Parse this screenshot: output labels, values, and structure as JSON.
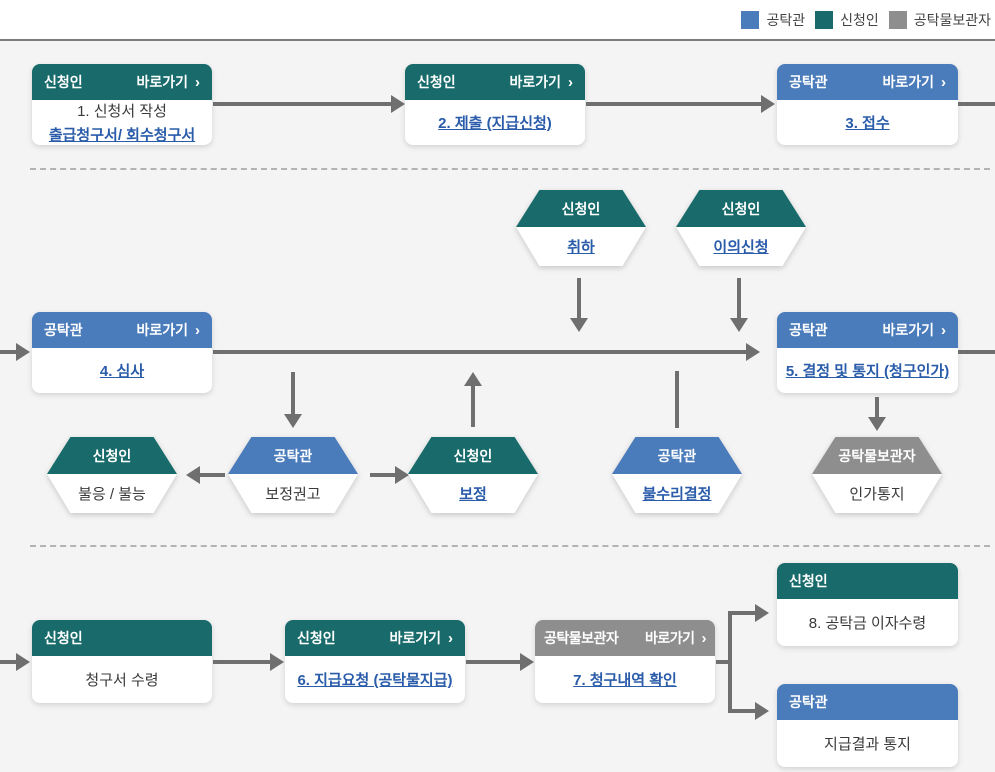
{
  "legend": {
    "items": [
      {
        "label": "공탁관",
        "color": "#4a7bba"
      },
      {
        "label": "신청인",
        "color": "#186a6b"
      },
      {
        "label": "공탁물보관자",
        "color": "#8e8e8e"
      }
    ]
  },
  "chevron": "›",
  "boxes": {
    "step1": {
      "role": "신청인",
      "shortcut": "바로가기",
      "line1": "1. 신청서 작성",
      "link": "출급청구서/ 회수청구서"
    },
    "step2": {
      "role": "신청인",
      "shortcut": "바로가기",
      "link": "2. 제출 (지급신청)"
    },
    "step3": {
      "role": "공탁관",
      "shortcut": "바로가기",
      "link": "3. 접수"
    },
    "step4": {
      "role": "공탁관",
      "shortcut": "바로가기",
      "link": "4. 심사"
    },
    "step5": {
      "role": "공탁관",
      "shortcut": "바로가기",
      "link": "5. 결정 및 통지 (청구인가)"
    },
    "receive": {
      "role": "신청인",
      "text": "청구서 수령"
    },
    "step6": {
      "role": "신청인",
      "shortcut": "바로가기",
      "link": "6. 지급요청 (공탁물지급)"
    },
    "step7": {
      "role": "공탁물보관자",
      "shortcut": "바로가기",
      "link": "7. 청구내역 확인"
    },
    "step8": {
      "role": "신청인",
      "text": "8. 공탁금 이자수령"
    },
    "notify": {
      "role": "공탁관",
      "text": "지급결과 통지"
    }
  },
  "hexagons": {
    "withdraw": {
      "role": "신청인",
      "link": "취하"
    },
    "objection": {
      "role": "신청인",
      "link": "이의신청"
    },
    "noncompliance": {
      "role": "신청인",
      "text": "불응 / 불능"
    },
    "correction_advice": {
      "role": "공탁관",
      "text": "보정권고"
    },
    "correction": {
      "role": "신청인",
      "link": "보정"
    },
    "rejection": {
      "role": "공탁관",
      "link": "불수리결정"
    },
    "approval_notice": {
      "role": "공탁물보관자",
      "text": "인가통지"
    }
  },
  "colors": {
    "teal": "#186a6b",
    "blue": "#4a7bba",
    "gray": "#8e8e8e",
    "arrow": "#6f6f6f",
    "link": "#2a5caa",
    "background": "#f4f4f4"
  }
}
